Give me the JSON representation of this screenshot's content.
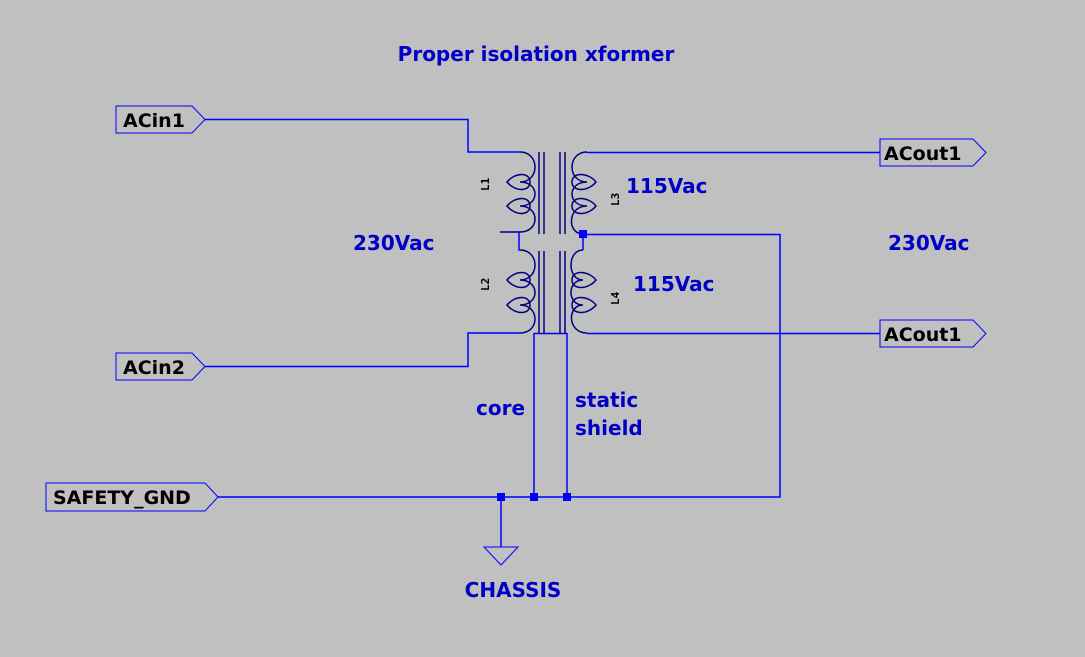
{
  "title": "Proper isolation xformer",
  "ports": {
    "acin1": "ACin1",
    "acin2": "ACin2",
    "acout_top": "ACout1",
    "acout_bottom": "ACout1",
    "safety_gnd": "SAFETY_GND"
  },
  "inductors": {
    "l1": "L1",
    "l2": "L2",
    "l3": "L3",
    "l4": "L4"
  },
  "comments": {
    "primary_voltage": "230Vac",
    "secondary_voltage": "230Vac",
    "l3_voltage": "115Vac",
    "l4_voltage": "115Vac",
    "core": "core",
    "static_line1": "static",
    "static_line2": "shield",
    "chassis": "CHASSIS"
  },
  "colors": {
    "background": "#c0c0c0",
    "wire": "#0000ff",
    "component": "#000080",
    "comment_text": "#0000c8",
    "flag_text": "#000000"
  }
}
